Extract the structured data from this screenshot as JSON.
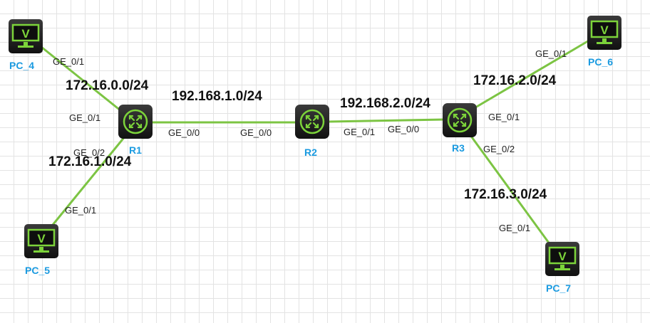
{
  "colors": {
    "link": "#7cc443",
    "accent": "#7cd33a",
    "node_label": "#1a9ae0",
    "device_body": "#1c1c1c"
  },
  "nodes": {
    "pc4": {
      "label": "PC_4",
      "icon": "pc-monitor-icon"
    },
    "pc5": {
      "label": "PC_5",
      "icon": "pc-monitor-icon"
    },
    "pc6": {
      "label": "PC_6",
      "icon": "pc-monitor-icon"
    },
    "pc7": {
      "label": "PC_7",
      "icon": "pc-monitor-icon"
    },
    "r1": {
      "label": "R1",
      "icon": "router-icon"
    },
    "r2": {
      "label": "R2",
      "icon": "router-icon"
    },
    "r3": {
      "label": "R3",
      "icon": "router-icon"
    }
  },
  "ports": {
    "pc4_ge01": "GE_0/1",
    "r1_ge01": "GE_0/1",
    "r1_ge02": "GE_0/2",
    "pc5_ge01": "GE_0/1",
    "r1_ge00": "GE_0/0",
    "r2_ge00": "GE_0/0",
    "r2_ge01": "GE_0/1",
    "r3_ge00": "GE_0/0",
    "r3_ge01": "GE_0/1",
    "r3_ge02": "GE_0/2",
    "pc6_ge01": "GE_0/1",
    "pc7_ge01": "GE_0/1"
  },
  "networks": {
    "net_pc4_r1": "172.16.0.0/24",
    "net_pc5_r1": "172.16.1.0/24",
    "net_r1_r2": "192.168.1.0/24",
    "net_r2_r3": "192.168.2.0/24",
    "net_r3_pc6": "172.16.2.0/24",
    "net_r3_pc7": "172.16.3.0/24"
  }
}
